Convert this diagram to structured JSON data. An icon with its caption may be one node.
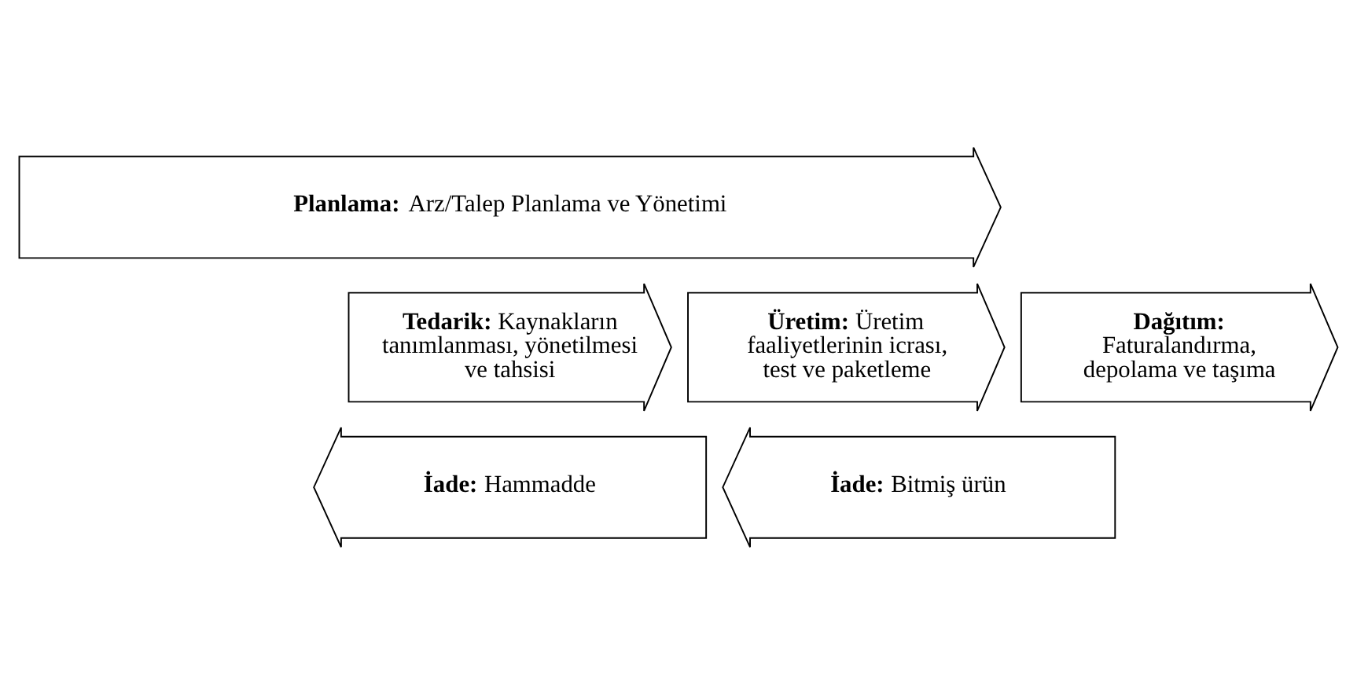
{
  "diagram": {
    "nodes": [
      {
        "text": [
          "**Planlama:** Arz/Talep Planlama ve Yönetimi"
        ]
      },
      {
        "text": [
          "**Tedarik:** Kaynakların tanımlanması, yönetilmesi ve tahsisi"
        ]
      },
      {
        "text": [
          "**Üretim:** Üretim faaliyetlerinin icrası, test ve paketleme"
        ]
      },
      {
        "text": [
          "**Dağıtım:** Faturalandırma, depolama ve taşıma"
        ]
      },
      {
        "text": [
          "**İade:** Hammadde"
        ]
      },
      {
        "text": [
          "**İade:** Bitmiş ürün"
        ]
      }
    ]
  }
}
